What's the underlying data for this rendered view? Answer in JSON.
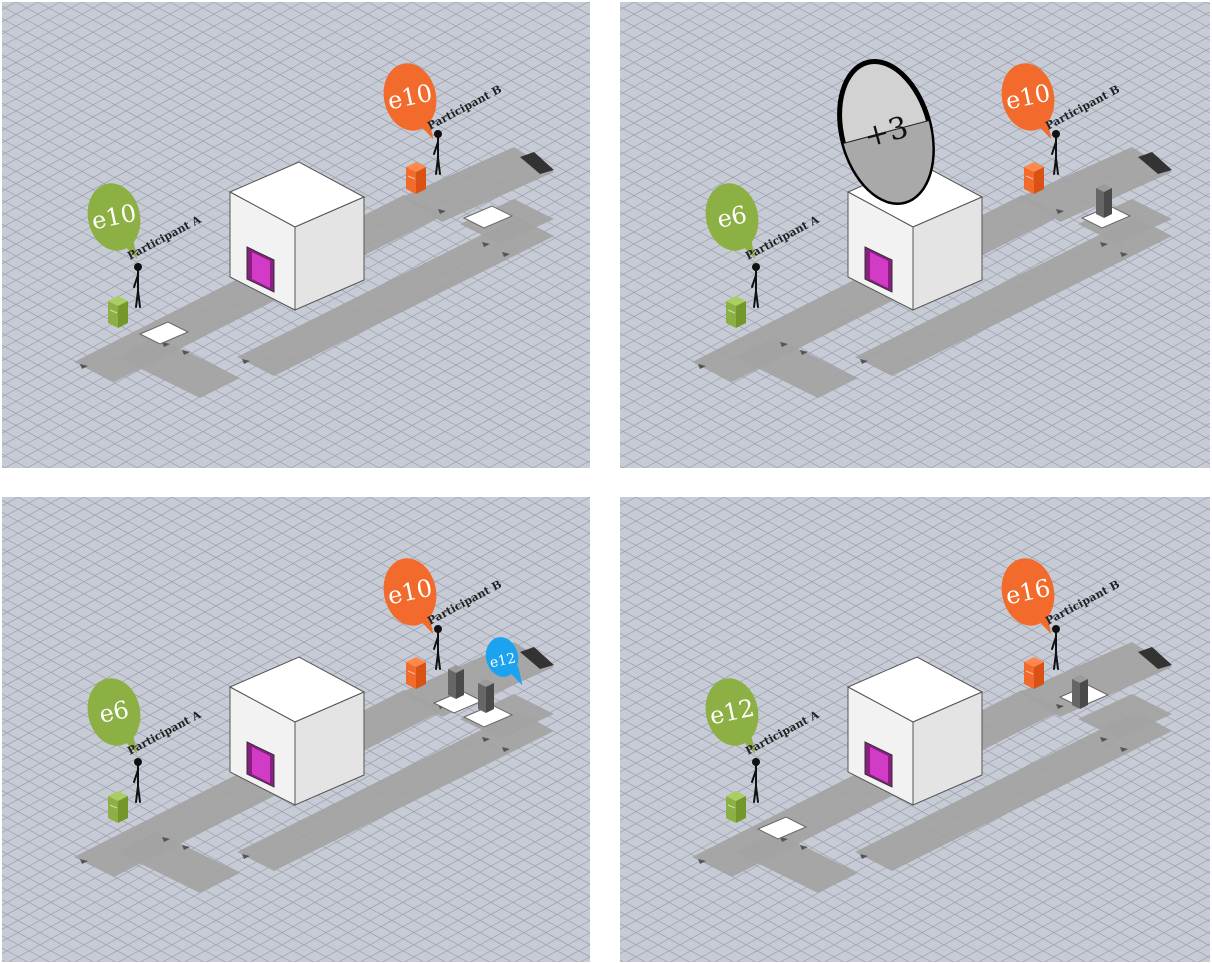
{
  "panels": [
    {
      "id": "top-left",
      "participant_a": {
        "label": "Participant A",
        "balance": "e10",
        "bubble_color": "#8db044"
      },
      "participant_b": {
        "label": "Participant B",
        "balance": "e10",
        "bubble_color": "#f26a2c"
      },
      "dial": null,
      "extra_bubble": null
    },
    {
      "id": "top-right",
      "participant_a": {
        "label": "Participant A",
        "balance": "e6",
        "bubble_color": "#8db044"
      },
      "participant_b": {
        "label": "Participant B",
        "balance": "e10",
        "bubble_color": "#f26a2c"
      },
      "dial": {
        "text": "+3"
      },
      "extra_bubble": null
    },
    {
      "id": "bottom-left",
      "participant_a": {
        "label": "Participant A",
        "balance": "e6",
        "bubble_color": "#8db044"
      },
      "participant_b": {
        "label": "Participant B",
        "balance": "e10",
        "bubble_color": "#f26a2c"
      },
      "dial": null,
      "extra_bubble": {
        "text": "e12",
        "color": "#1ba3ef"
      }
    },
    {
      "id": "bottom-right",
      "participant_a": {
        "label": "Participant A",
        "balance": "e12",
        "bubble_color": "#8db044"
      },
      "participant_b": {
        "label": "Participant B",
        "balance": "e16",
        "bubble_color": "#f26a2c"
      },
      "dial": null,
      "extra_bubble": null
    }
  ],
  "colors": {
    "grid_bg": "#c7cbd6",
    "grid_line": "#8d919c",
    "conveyor": "#a3a3a3",
    "machine_top": "#ffffff",
    "machine_left": "#f2f2f2",
    "machine_right": "#e4e4e4",
    "machine_door": "#8a1f82"
  }
}
